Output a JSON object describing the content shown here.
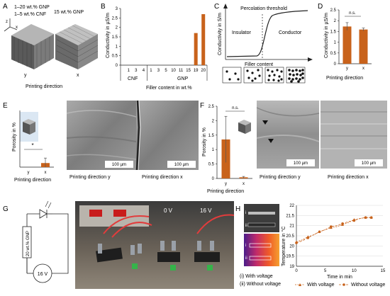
{
  "panels": {
    "A": {
      "letter": "A",
      "gnp_range": "1–20 wt.% GNP",
      "cnf_range": "1–5 wt.% CNF",
      "gnp15": "15 wt.% GNP",
      "axis_z": "z",
      "axis_x": "x",
      "sample_y": "y",
      "sample_x": "x",
      "xlabel": "Printing direction"
    },
    "B": {
      "letter": "B",
      "group_cnf": "CNF",
      "group_gnp": "GNP",
      "xlabel": "Filler content in wt.%"
    },
    "C": {
      "letter": "C",
      "title": "Percolation threshold",
      "left": "Insulator",
      "right": "Conductor",
      "ylabel": "Conductivity in S/m",
      "xlabel": "Filler content"
    },
    "D": {
      "letter": "D",
      "ns": "n.s.",
      "xlabel": "Printing direction"
    },
    "E": {
      "letter": "E",
      "star": "*",
      "xlabel": "Printing direction",
      "img1_label": "Printing direction y",
      "img2_label": "Printing direction x",
      "scale": "100 µm"
    },
    "F": {
      "letter": "F",
      "ns": "n.s.",
      "xlabel": "Printing direction",
      "img1_label": "Printing direction y",
      "img2_label": "Printing direction x",
      "scale": "100 µm"
    },
    "G": {
      "letter": "G",
      "resistor": "20 wt.% GNP",
      "source": "16 V",
      "photo_0v": "0 V",
      "photo_16v": "16 V"
    },
    "H": {
      "letter": "H",
      "i": "i",
      "ii": "ii",
      "with_voltage": "(i) With voltage",
      "without_voltage": "(ii) Without voltage"
    }
  },
  "chart_data": [
    {
      "id": "B",
      "type": "bar",
      "categories": [
        "1",
        "3",
        "4",
        "1",
        "3",
        "5",
        "10",
        "11",
        "15",
        "19",
        "20"
      ],
      "groups": [
        {
          "name": "CNF",
          "categories": [
            "1",
            "3",
            "4"
          ]
        },
        {
          "name": "GNP",
          "categories": [
            "1",
            "3",
            "5",
            "10",
            "11",
            "15",
            "19",
            "20"
          ]
        }
      ],
      "values": [
        0,
        0,
        0,
        0,
        0,
        0,
        0,
        0,
        0,
        1.7,
        2.7
      ],
      "ylabel": "Conductivity in µS/m",
      "xlabel": "Filler content in wt.%",
      "yticks": [
        "0",
        "0.5",
        "1",
        "1.5",
        "2",
        "2.5",
        "3"
      ],
      "ylim": [
        0,
        3
      ],
      "color": "#c8621b"
    },
    {
      "id": "D",
      "type": "bar",
      "categories": [
        "y",
        "x"
      ],
      "values": [
        1.73,
        1.59
      ],
      "errors": [
        0.18,
        0.07
      ],
      "ylabel": "Conductivity in µS/m",
      "xlabel": "Printing direction",
      "yticks": [
        "0",
        "0.5",
        "1",
        "1.5",
        "2",
        "2.5"
      ],
      "ylim": [
        0,
        2.5
      ],
      "color": "#c8621b"
    },
    {
      "id": "E",
      "type": "bar",
      "categories": [
        "y",
        "x"
      ],
      "values": [
        0,
        0.18
      ],
      "errors": [
        0,
        0.22
      ],
      "ylabel": "Porosity in %",
      "xlabel": "Printing direction",
      "color": "#c8621b"
    },
    {
      "id": "F",
      "type": "bar",
      "categories": [
        "y",
        "x"
      ],
      "values": [
        1.35,
        0.04
      ],
      "errors": [
        0.8,
        0.03
      ],
      "ylabel": "Porosity in %",
      "xlabel": "Printing direction",
      "yticks": [
        "0",
        "0.5",
        "1",
        "1.5",
        "2",
        "2.5"
      ],
      "ylim": [
        0,
        2.5
      ],
      "color": "#c8621b"
    },
    {
      "id": "H",
      "type": "line",
      "xlabel": "Time in min",
      "ylabel": "Temperature in °C",
      "xticks": [
        "0",
        "5",
        "10",
        "15"
      ],
      "yticks": [
        "19",
        "19.5",
        "20",
        "20.5",
        "21",
        "21.5",
        "22"
      ],
      "xlim": [
        0,
        15
      ],
      "ylim": [
        19,
        22
      ],
      "series": [
        {
          "name": "With voltage",
          "x": [
            0,
            1,
            2,
            3,
            4,
            5,
            6,
            7,
            8,
            9,
            10,
            11,
            12,
            13
          ],
          "y": [
            20.2,
            20.3,
            20.45,
            20.55,
            20.7,
            20.8,
            20.9,
            20.95,
            21.05,
            21.15,
            21.3,
            21.35,
            21.4,
            21.4
          ]
        },
        {
          "name": "Without voltage",
          "x": [
            0,
            1,
            2,
            3,
            4,
            5,
            6,
            7,
            8,
            9,
            10,
            11,
            12,
            13
          ],
          "y": [
            20.15,
            20.25,
            20.4,
            20.55,
            20.7,
            20.8,
            20.95,
            21.0,
            21.1,
            21.2,
            21.25,
            21.35,
            21.4,
            21.4
          ]
        }
      ],
      "colors": [
        "#c8621b",
        "#c8621b"
      ]
    }
  ]
}
